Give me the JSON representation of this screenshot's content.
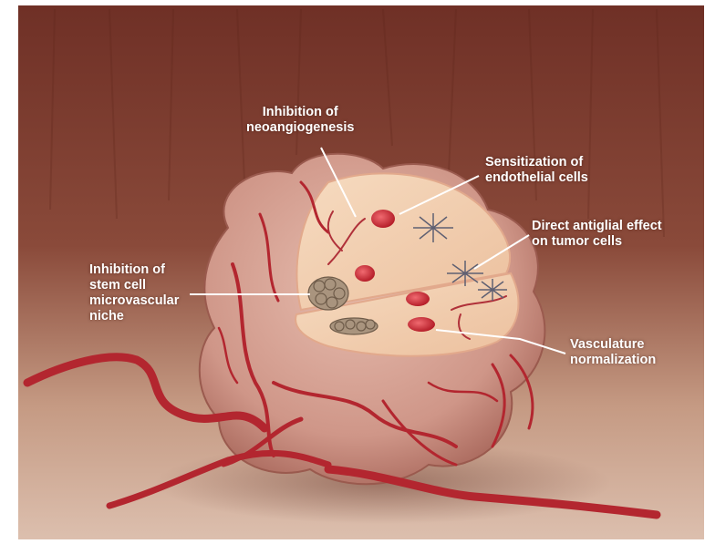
{
  "labels": {
    "neoangiogenesis": {
      "line1": "Inhibition of",
      "line2": "neoangiogenesis"
    },
    "endothelial": {
      "line1": "Sensitization of",
      "line2": "endothelial cells"
    },
    "antiglial": {
      "line1": "Direct antiglial effect",
      "line2": "on tumor cells"
    },
    "stem_cell": {
      "line1": "Inhibition of",
      "line2": "stem cell",
      "line3": "microvascular",
      "line4": "niche"
    },
    "vasculature": {
      "line1": "Vasculature",
      "line2": "normalization"
    }
  },
  "colors": {
    "background_top": "#7a3b30",
    "background_bottom": "#d9b8a4",
    "tumor": "#d9a79a",
    "cut_face": "#f3d0b0",
    "vessel": "#b3262f",
    "cell_red": "#d0303a",
    "leader_line": "#ffffff"
  }
}
